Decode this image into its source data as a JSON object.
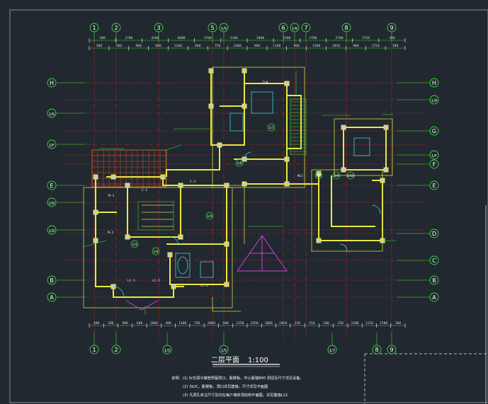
{
  "drawing": {
    "title": "二层平面",
    "scale": "1:100",
    "notes": [
      "说明：(1) 为空调冷凝管预留洞口，距楼板，中心距墙800 洞径及尺寸详见设备。",
      "(2) 为UC，距楼板，洞口详见建施，尺寸详见平面图",
      "(3) 凡洞孔未注尺寸及均在每户墙体须结构平面图，详见建施L12"
    ]
  },
  "axes": {
    "top": [
      "1",
      "2",
      "3",
      "5",
      "1/5",
      "6",
      "1/6",
      "7",
      "8",
      "9"
    ],
    "bottom": [
      "1",
      "2",
      "1/3",
      "1/5",
      "1/7",
      "8",
      "9"
    ],
    "left": [
      "H",
      "1/G",
      "2/F",
      "E",
      "2/D",
      "1/D",
      "B",
      "A"
    ],
    "right": [
      "H",
      "1/H",
      "G",
      "1/F",
      "F",
      "E",
      "D",
      "C",
      "B",
      "A"
    ]
  },
  "dimensions": {
    "top_row1": [
      "300",
      "2700",
      "4200",
      "6000",
      "2700",
      "3100",
      "2800",
      "1500",
      "2700",
      "2700",
      "1750",
      "300"
    ],
    "top_row2": [
      "300",
      "500",
      "900",
      "600",
      "1200",
      "900",
      "750",
      "2400",
      "900",
      "1100",
      "900",
      "1500",
      "1850",
      "900",
      "1750",
      "300"
    ],
    "bottom_row": [
      "300",
      "200",
      "900",
      "600",
      "1800",
      "400",
      "1100",
      "750",
      "2800",
      "900",
      "1350",
      "3450",
      "3000",
      "2050",
      "350",
      "150",
      "100",
      "250",
      "2300",
      "1150",
      "1500",
      "300"
    ]
  },
  "rooms": {
    "labels": [
      "1/3",
      "1/4",
      "1/5",
      "1/6",
      "1/7",
      "2/8",
      "2/9",
      "2/10"
    ],
    "door_tags": [
      "M-1",
      "M-2",
      "C-1",
      "C-2",
      "LC-1",
      "LC-2",
      "LC-3",
      "TLM",
      "MLC"
    ]
  },
  "colors": {
    "background": "#212830",
    "axis": "#33dd33",
    "grid": "#cc2222",
    "wall": "#e8e840",
    "dim": "#d8d8d8",
    "accent": "#d040d0",
    "cyan": "#40d0e0"
  }
}
